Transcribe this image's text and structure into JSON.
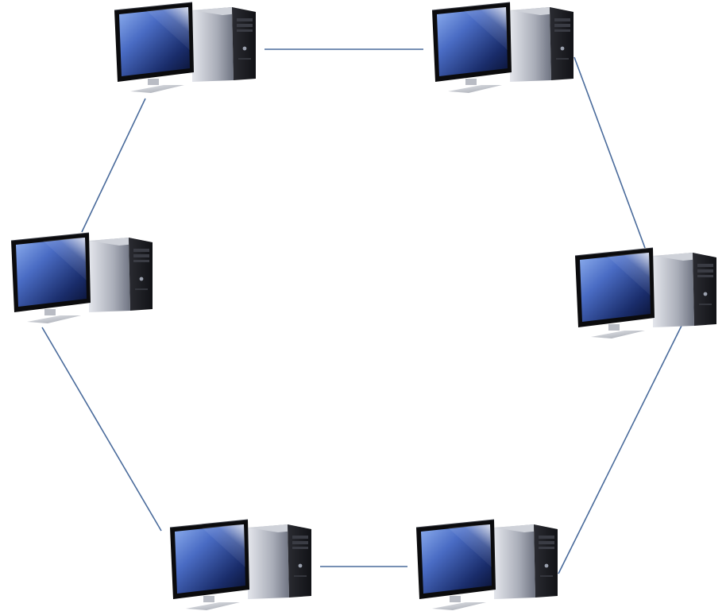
{
  "diagram": {
    "type": "ring-network-topology",
    "nodes": [
      {
        "id": "computer-top-left",
        "icon": "desktop-computer-icon"
      },
      {
        "id": "computer-top-right",
        "icon": "desktop-computer-icon"
      },
      {
        "id": "computer-middle-right",
        "icon": "desktop-computer-icon"
      },
      {
        "id": "computer-bottom-right",
        "icon": "desktop-computer-icon"
      },
      {
        "id": "computer-bottom-left",
        "icon": "desktop-computer-icon"
      },
      {
        "id": "computer-middle-left",
        "icon": "desktop-computer-icon"
      }
    ],
    "links": [
      {
        "from": "computer-top-left",
        "to": "computer-top-right"
      },
      {
        "from": "computer-top-right",
        "to": "computer-middle-right"
      },
      {
        "from": "computer-middle-right",
        "to": "computer-bottom-right"
      },
      {
        "from": "computer-bottom-right",
        "to": "computer-bottom-left"
      },
      {
        "from": "computer-bottom-left",
        "to": "computer-middle-left"
      },
      {
        "from": "computer-middle-left",
        "to": "computer-top-left"
      }
    ],
    "colors": {
      "link": "#4a6b9b",
      "screen_light": "#7f9fe6",
      "screen_dark": "#0f1c45",
      "monitor_bezel": "#0b0b0d",
      "tower_front": "#1a1a1f",
      "tower_side_light": "#dadde4",
      "tower_side_dark": "#7c8190",
      "stand": "#c9ccd2"
    }
  }
}
